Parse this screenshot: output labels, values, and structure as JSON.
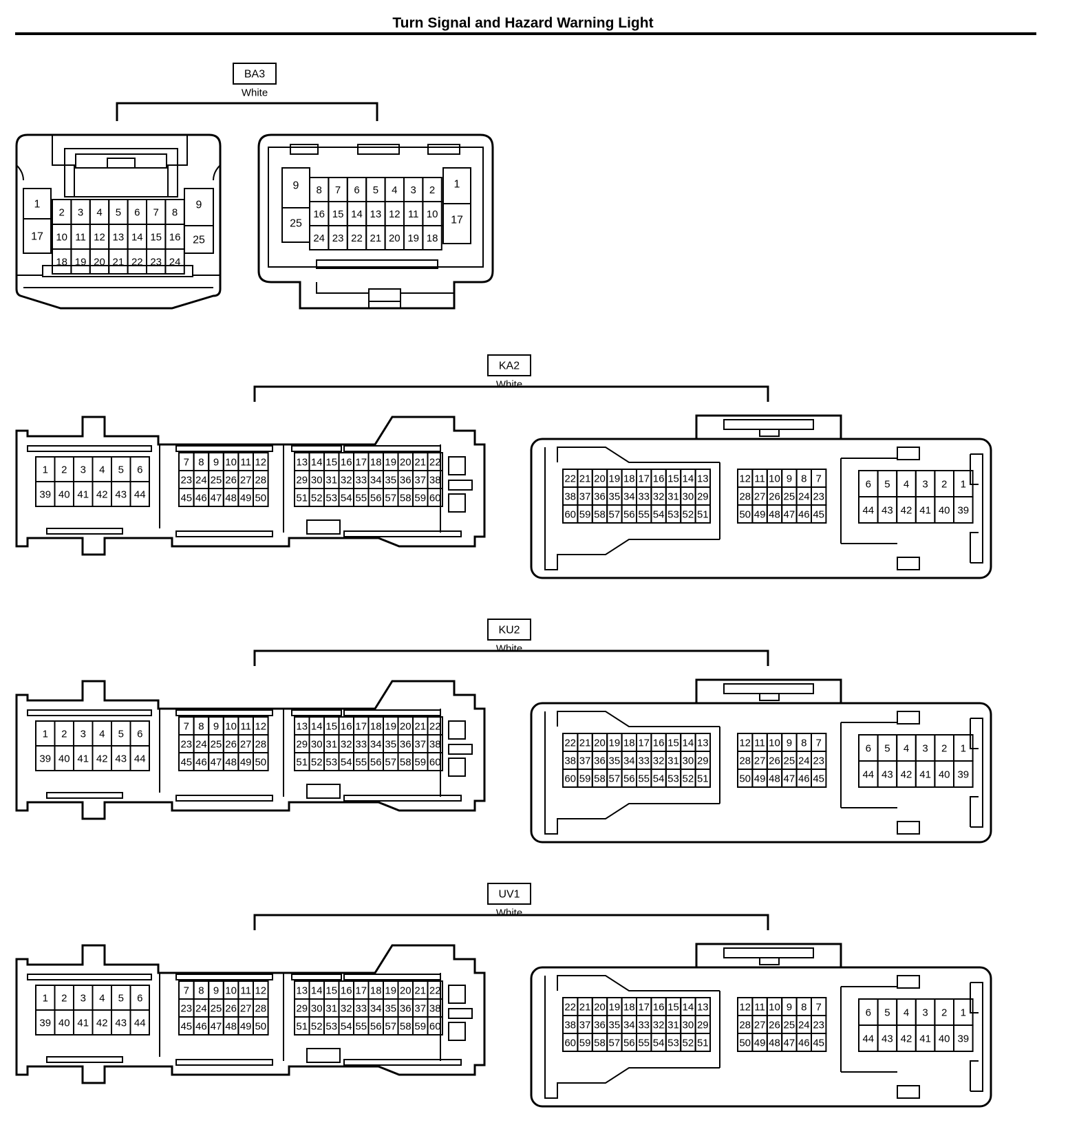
{
  "title": "Turn Signal and Hazard Warning Light",
  "connectors": [
    {
      "code": "BA3",
      "color": "White",
      "kind": "small"
    },
    {
      "code": "KA2",
      "color": "White",
      "kind": "large"
    },
    {
      "code": "KU2",
      "color": "White",
      "kind": "large"
    },
    {
      "code": "UV1",
      "color": "White",
      "kind": "large"
    }
  ],
  "small": {
    "male": {
      "left_col": [
        "1",
        "17"
      ],
      "grid": [
        [
          "2",
          "3",
          "4",
          "5",
          "6",
          "7",
          "8"
        ],
        [
          "10",
          "11",
          "12",
          "13",
          "14",
          "15",
          "16"
        ],
        [
          "18",
          "19",
          "20",
          "21",
          "22",
          "23",
          "24"
        ]
      ],
      "right_col": [
        "9",
        "25"
      ]
    },
    "female": {
      "left_col": [
        "9",
        "25"
      ],
      "grid": [
        [
          "8",
          "7",
          "6",
          "5",
          "4",
          "3",
          "2"
        ],
        [
          "16",
          "15",
          "14",
          "13",
          "12",
          "11",
          "10"
        ],
        [
          "24",
          "23",
          "22",
          "21",
          "20",
          "19",
          "18"
        ]
      ],
      "right_col": [
        "1",
        "17"
      ]
    }
  },
  "large": {
    "male": {
      "g1": [
        [
          "1",
          "2",
          "3",
          "4",
          "5",
          "6"
        ],
        [
          "39",
          "40",
          "41",
          "42",
          "43",
          "44"
        ]
      ],
      "g2": [
        [
          "7",
          "8",
          "9",
          "10",
          "11",
          "12"
        ],
        [
          "23",
          "24",
          "25",
          "26",
          "27",
          "28"
        ],
        [
          "45",
          "46",
          "47",
          "48",
          "49",
          "50"
        ]
      ],
      "g3": [
        [
          "13",
          "14",
          "15",
          "16",
          "17",
          "18",
          "19",
          "20",
          "21",
          "22"
        ],
        [
          "29",
          "30",
          "31",
          "32",
          "33",
          "34",
          "35",
          "36",
          "37",
          "38"
        ],
        [
          "51",
          "52",
          "53",
          "54",
          "55",
          "56",
          "57",
          "58",
          "59",
          "60"
        ]
      ]
    },
    "female": {
      "g1": [
        [
          "22",
          "21",
          "20",
          "19",
          "18",
          "17",
          "16",
          "15",
          "14",
          "13"
        ],
        [
          "38",
          "37",
          "36",
          "35",
          "34",
          "33",
          "32",
          "31",
          "30",
          "29"
        ],
        [
          "60",
          "59",
          "58",
          "57",
          "56",
          "55",
          "54",
          "53",
          "52",
          "51"
        ]
      ],
      "g2": [
        [
          "12",
          "11",
          "10",
          "9",
          "8",
          "7"
        ],
        [
          "28",
          "27",
          "26",
          "25",
          "24",
          "23"
        ],
        [
          "50",
          "49",
          "48",
          "47",
          "46",
          "45"
        ]
      ],
      "g3": [
        [
          "6",
          "5",
          "4",
          "3",
          "2",
          "1"
        ],
        [
          "44",
          "43",
          "42",
          "41",
          "40",
          "39"
        ]
      ]
    }
  }
}
